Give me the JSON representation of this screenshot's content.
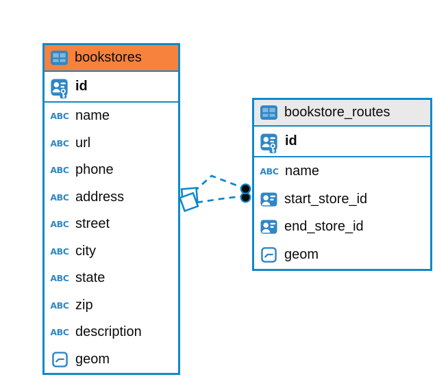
{
  "tables": [
    {
      "name": "bookstores",
      "header_color": "#F6823E",
      "columns": [
        {
          "name": "id",
          "type_icon": "primary-key-icon"
        },
        {
          "name": "name",
          "type_icon": "text-type-icon"
        },
        {
          "name": "url",
          "type_icon": "text-type-icon"
        },
        {
          "name": "phone",
          "type_icon": "text-type-icon"
        },
        {
          "name": "address",
          "type_icon": "text-type-icon"
        },
        {
          "name": "street",
          "type_icon": "text-type-icon"
        },
        {
          "name": "city",
          "type_icon": "text-type-icon"
        },
        {
          "name": "state",
          "type_icon": "text-type-icon"
        },
        {
          "name": "zip",
          "type_icon": "text-type-icon"
        },
        {
          "name": "description",
          "type_icon": "text-type-icon"
        },
        {
          "name": "geom",
          "type_icon": "geometry-type-icon"
        }
      ]
    },
    {
      "name": "bookstore_routes",
      "header_color": "#E9E9EA",
      "columns": [
        {
          "name": "id",
          "type_icon": "primary-key-icon"
        },
        {
          "name": "name",
          "type_icon": "text-type-icon"
        },
        {
          "name": "start_store_id",
          "type_icon": "reference-type-icon"
        },
        {
          "name": "end_store_id",
          "type_icon": "reference-type-icon"
        },
        {
          "name": "geom",
          "type_icon": "geometry-type-icon"
        }
      ]
    }
  ],
  "icons": {
    "text_type_glyph": "ABC"
  },
  "relationship": {
    "style": "dashed",
    "line_count": 2
  },
  "colors": {
    "accent_blue": "#1088C9",
    "icon_blue": "#2F87C5",
    "header_orange": "#F6823E",
    "header_gray": "#E9E9EA",
    "connector_dot": "#000000"
  }
}
